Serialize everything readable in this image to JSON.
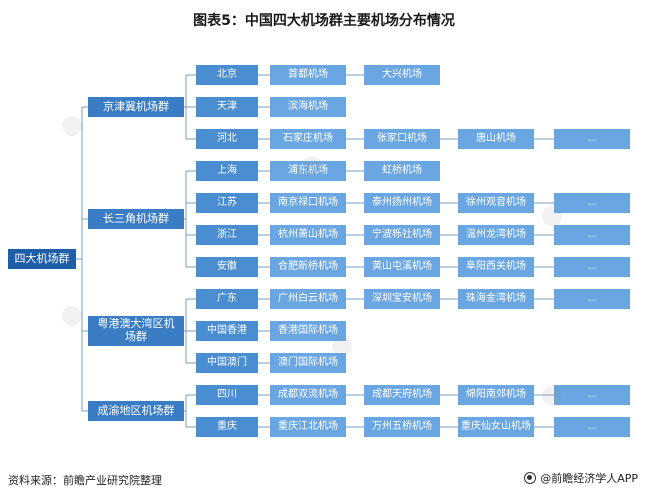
{
  "title": "图表5：中国四大机场群主要机场分布情况",
  "root": "四大机场群",
  "clusters": [
    {
      "name": "京津冀机场群",
      "regions": [
        {
          "name": "北京",
          "airports": [
            "首都机场",
            "大兴机场"
          ]
        },
        {
          "name": "天津",
          "airports": [
            "滨海机场"
          ]
        },
        {
          "name": "河北",
          "airports": [
            "石家庄机场",
            "张家口机场",
            "唐山机场",
            "..."
          ]
        }
      ]
    },
    {
      "name": "长三角机场群",
      "regions": [
        {
          "name": "上海",
          "airports": [
            "浦东机场",
            "虹桥机场"
          ]
        },
        {
          "name": "江苏",
          "airports": [
            "南京禄口机场",
            "泰州扬州机场",
            "徐州观音机场",
            "..."
          ]
        },
        {
          "name": "浙江",
          "airports": [
            "杭州萧山机场",
            "宁波栎社机场",
            "温州龙湾机场",
            "..."
          ]
        },
        {
          "name": "安徽",
          "airports": [
            "合肥新桥机场",
            "黄山屯溪机场",
            "阜阳西关机场",
            "..."
          ]
        }
      ]
    },
    {
      "name": "粤港澳大湾区机场群",
      "regions": [
        {
          "name": "广东",
          "airports": [
            "广州白云机场",
            "深圳宝安机场",
            "珠海金湾机场",
            "..."
          ]
        },
        {
          "name": "中国香港",
          "airports": [
            "香港国际机场"
          ]
        },
        {
          "name": "中国澳门",
          "airports": [
            "澳门国际机场"
          ]
        }
      ]
    },
    {
      "name": "成渝地区机场群",
      "regions": [
        {
          "name": "四川",
          "airports": [
            "成都双流机场",
            "成都天府机场",
            "绵阳南郊机场",
            "..."
          ]
        },
        {
          "name": "重庆",
          "airports": [
            "重庆江北机场",
            "万州五桥机场",
            "重庆仙女山机场",
            "..."
          ]
        }
      ]
    }
  ],
  "footer": {
    "source": "资料来源：前瞻产业研究院整理",
    "brand": "@前瞻经济学人APP"
  },
  "colors": {
    "root": "#1f5fa9",
    "cluster": "#3b7dc4",
    "region": "#4a8dd1",
    "airport": "#6aa6e2",
    "line": "#7a9cc4"
  }
}
